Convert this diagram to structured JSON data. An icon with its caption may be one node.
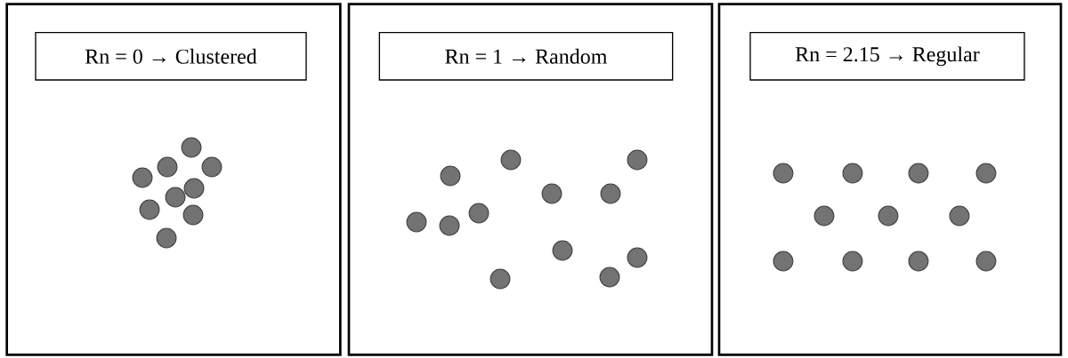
{
  "diagram": {
    "nodes": [
      {
        "text": [],
        "shape": "box"
      },
      {
        "text": [
          "Rn = 0 → Clustered"
        ],
        "in": 0
      },
      {
        "text": [],
        "shape": "box"
      },
      {
        "text": [
          "Rn = 1 → Random"
        ],
        "in": 2
      },
      {
        "text": [],
        "shape": "box"
      },
      {
        "text": [
          "Rn = 2.15 → Regular"
        ],
        "in": 4
      }
    ]
  }
}
